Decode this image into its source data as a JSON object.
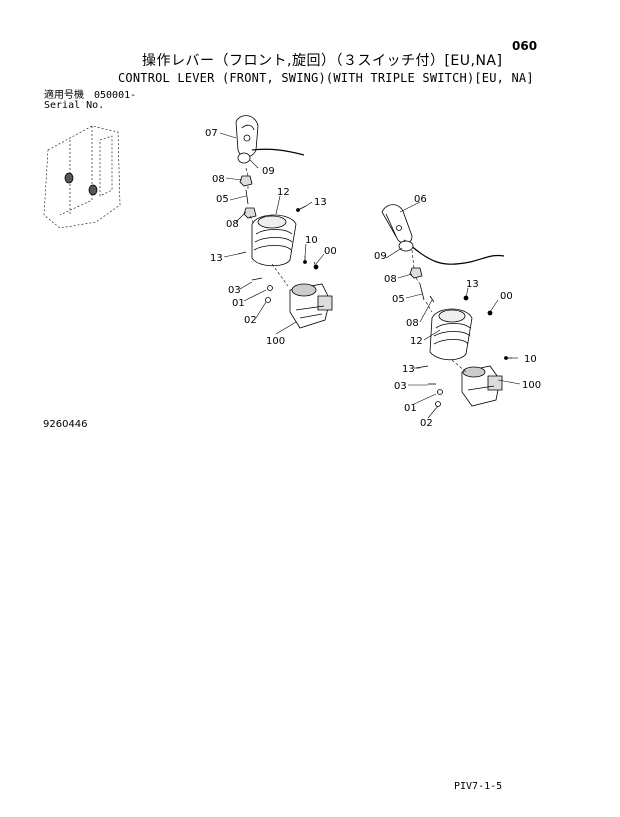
{
  "header": {
    "page_number": "060",
    "title_jp": "操作レバー（フロント,旋回）（３スイッチ付）[EU,NA]",
    "title_en": "CONTROL LEVER (FRONT, SWING)(WITH TRIPLE SWITCH)[EU, NA]",
    "serial_label_jp": "適用号機",
    "serial_label_en": "Serial No.",
    "serial_value": "050001-"
  },
  "footer": {
    "drawing_number": "9260446",
    "page_ref": "PIV7-1-5"
  },
  "callouts": {
    "left": [
      "07",
      "09",
      "08",
      "05",
      "08",
      "12",
      "13",
      "13",
      "10",
      "00",
      "03",
      "01",
      "02",
      "100"
    ],
    "right": [
      "06",
      "09",
      "08",
      "05",
      "13",
      "00",
      "08",
      "12",
      "13",
      "10",
      "03",
      "100",
      "01",
      "02"
    ]
  }
}
